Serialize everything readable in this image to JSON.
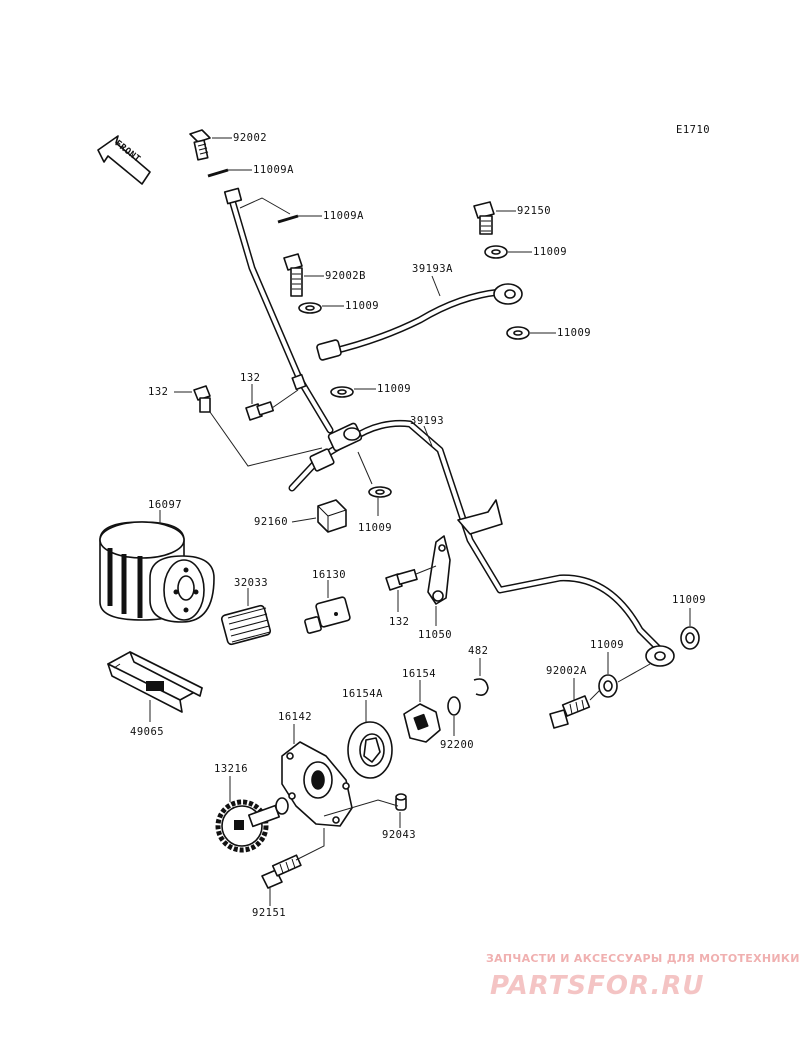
{
  "diagram_code": "E1710",
  "direction_label": "FRONT",
  "parts": [
    {
      "id": "p92002",
      "label": "92002"
    },
    {
      "id": "p11009A_1",
      "label": "11009A"
    },
    {
      "id": "p11009A_2",
      "label": "11009A"
    },
    {
      "id": "p92150",
      "label": "92150"
    },
    {
      "id": "p11009_1",
      "label": "11009"
    },
    {
      "id": "p92002B",
      "label": "92002B"
    },
    {
      "id": "p39193A",
      "label": "39193A"
    },
    {
      "id": "p11009_2",
      "label": "11009"
    },
    {
      "id": "p11009_3",
      "label": "11009"
    },
    {
      "id": "p132_1",
      "label": "132"
    },
    {
      "id": "p132_2",
      "label": "132"
    },
    {
      "id": "p11009_4",
      "label": "11009"
    },
    {
      "id": "p39193",
      "label": "39193"
    },
    {
      "id": "p16097",
      "label": "16097"
    },
    {
      "id": "p92160",
      "label": "92160"
    },
    {
      "id": "p11009_5",
      "label": "11009"
    },
    {
      "id": "p32033",
      "label": "32033"
    },
    {
      "id": "p16130",
      "label": "16130"
    },
    {
      "id": "p132_3",
      "label": "132"
    },
    {
      "id": "p11050",
      "label": "11050"
    },
    {
      "id": "p11009_6",
      "label": "11009"
    },
    {
      "id": "p482",
      "label": "482"
    },
    {
      "id": "p16154",
      "label": "16154"
    },
    {
      "id": "p16154A",
      "label": "16154A"
    },
    {
      "id": "p11009_7",
      "label": "11009"
    },
    {
      "id": "p92002A",
      "label": "92002A"
    },
    {
      "id": "p49065",
      "label": "49065"
    },
    {
      "id": "p16142",
      "label": "16142"
    },
    {
      "id": "p92200",
      "label": "92200"
    },
    {
      "id": "p13216",
      "label": "13216"
    },
    {
      "id": "p92043",
      "label": "92043"
    },
    {
      "id": "p92151",
      "label": "92151"
    }
  ],
  "watermark": {
    "tagline": "ЗАПЧАСТИ И АКСЕССУАРЫ ДЛЯ МОТОТЕХНИКИ",
    "brand": "PARTSFOR.RU"
  }
}
